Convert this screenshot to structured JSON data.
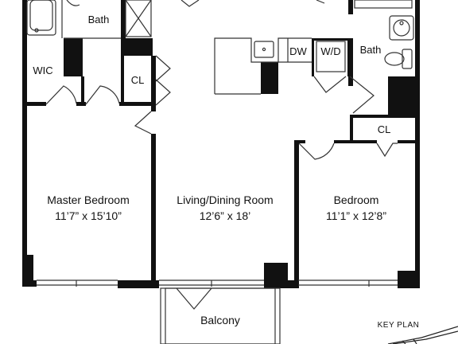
{
  "labels": {
    "bath_top": "Bath",
    "wic": "WIC",
    "cl_left": "CL",
    "dw": "DW",
    "wd": "W/D",
    "bath_right": "Bath",
    "cl_right": "CL",
    "master_name": "Master Bedroom",
    "master_dim": "11’7” x 15’10”",
    "living_name": "Living/Dining Room",
    "living_dim": "12’6” x 18’",
    "bedroom_name": "Bedroom",
    "bedroom_dim": "11’1” x 12’8”",
    "balcony": "Balcony",
    "key_plan": "KEY PLAN"
  },
  "colors": {
    "wall": "#111111",
    "line": "#333333",
    "background": "#ffffff"
  }
}
